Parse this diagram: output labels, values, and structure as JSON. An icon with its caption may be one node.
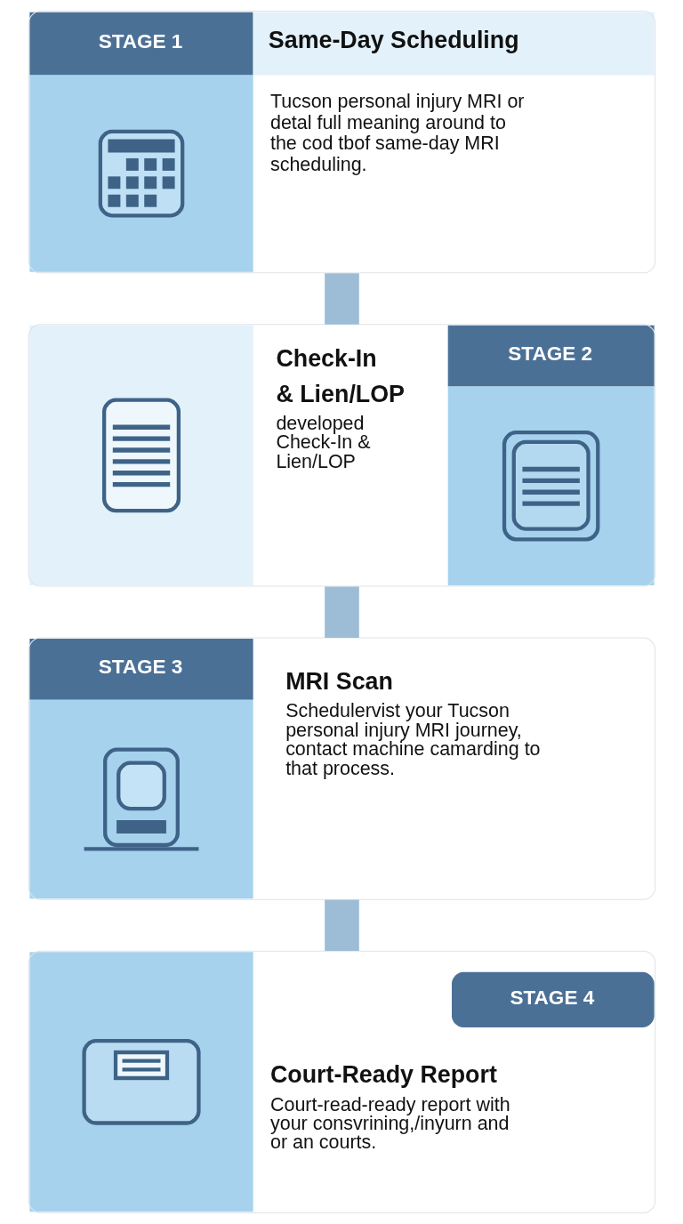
{
  "diagram": {
    "nodes": [
      {
        "text": [
          "STAGE 1",
          "Same-Day Scheduling",
          "Tucson personal injury MRI or detal full meaning around to the cod tbof same-day MRI scheduling."
        ]
      },
      {
        "text": [
          "STAGE 2",
          "Check-In",
          "& Lien/LOP",
          "developed Check-In & Lien/LOP"
        ]
      },
      {
        "text": [
          "STAGE 3",
          "MRI Scan",
          "Schedulervist your Tucson personal injury MRI journey, contact machine camarding to that process."
        ]
      },
      {
        "text": [
          "STAGE 4",
          "Court-Ready Report",
          "Court-read-ready report with your consvrining,/inyurn and or an courts."
        ]
      }
    ],
    "edges": [
      {
        "from": 0,
        "to": 1,
        "arrow": "none"
      },
      {
        "from": 1,
        "to": 2,
        "arrow": "none"
      },
      {
        "from": 2,
        "to": 3,
        "arrow": "none"
      }
    ]
  }
}
